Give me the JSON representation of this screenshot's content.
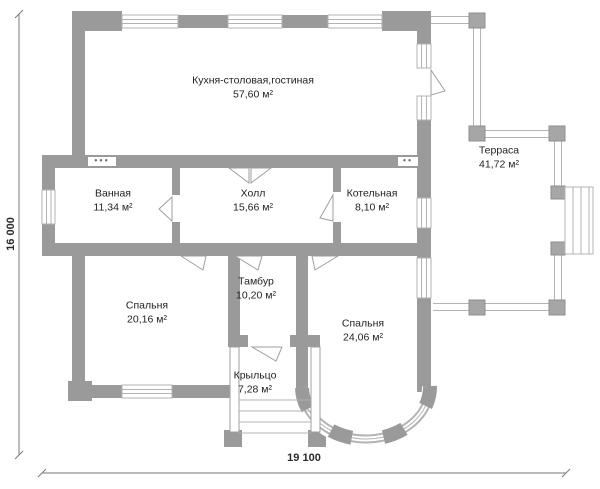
{
  "plan": {
    "rooms": [
      {
        "name": "Кухня-столовая,гостиная",
        "area": "57,60 м²"
      },
      {
        "name": "Ванная",
        "area": "11,34 м²"
      },
      {
        "name": "Холл",
        "area": "15,66 м²"
      },
      {
        "name": "Котельная",
        "area": "8,10 м²"
      },
      {
        "name": "Терраса",
        "area": "41,72 м²"
      },
      {
        "name": "Спальня",
        "area": "20,16 м²"
      },
      {
        "name": "Тамбур",
        "area": "10,20 м²"
      },
      {
        "name": "Спальня",
        "area": "24,06 м²"
      },
      {
        "name": "Крыльцо",
        "area": "7,28 м²"
      }
    ],
    "dimensions": {
      "width_label": "19 100",
      "height_label": "16 000"
    },
    "symbols": {
      "vent_dots_left": "•••",
      "vent_dots_right": "••"
    },
    "colors": {
      "wall": "#9a9a9a",
      "window_line": "#b3b3b3",
      "dimension_line": "#7a7a7a",
      "text": "#1f1f1f"
    }
  }
}
